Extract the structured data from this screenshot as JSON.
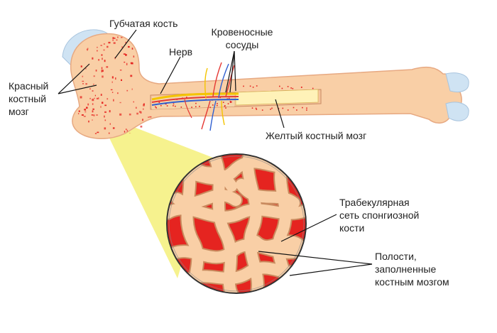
{
  "labels": {
    "spongy_bone": "Губчатая кость",
    "blood_vessels": [
      "Кровеносные",
      "сосуды"
    ],
    "nerve": "Нерв",
    "red_marrow": [
      "Красный",
      "костный",
      "мозг"
    ],
    "yellow_marrow": "Желтый костный мозг",
    "trabecular": [
      "Трабекулярная",
      "сеть спонгиозной",
      "кости"
    ],
    "cavities": [
      "Полости,",
      "заполненные",
      "костным мозгом"
    ]
  },
  "colors": {
    "bone": "#f9cfa6",
    "cartilage": "#cfe3f3",
    "marrow_red": "#e52420",
    "yellow_marrow": "#fff2b8",
    "magnifier_beam": "#f5f07a",
    "nerve": "#f4c400",
    "artery": "#e53935",
    "vein": "#2f5fd0"
  }
}
